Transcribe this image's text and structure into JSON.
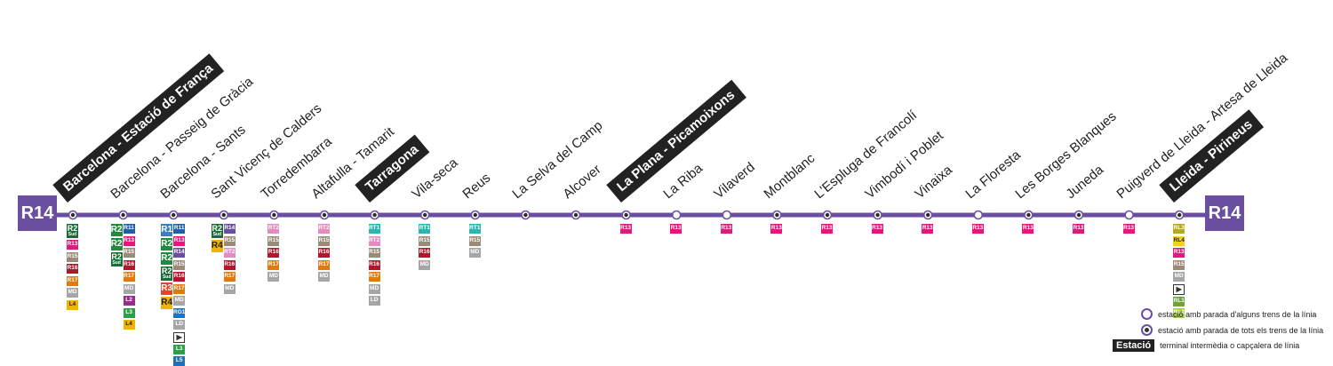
{
  "line": {
    "name": "R14",
    "color": "#6a4fa0"
  },
  "stations": [
    {
      "name": "Barcelona - Estació de França",
      "major": true,
      "all_stop": true,
      "connections": [
        [
          "R2",
          "Sud"
        ],
        "R13",
        "R15",
        "R16",
        "R17",
        "MD",
        "L4"
      ]
    },
    {
      "name": "Barcelona - Passeig de Gràcia",
      "major": false,
      "all_stop": true,
      "connections": [
        "R2",
        "R11",
        "R2",
        "R13",
        "R15",
        [
          "R2",
          "Sud"
        ],
        "R16",
        "R17",
        "MD",
        "L2",
        "L3",
        "L4"
      ]
    },
    {
      "name": "Barcelona - Sants",
      "major": false,
      "all_stop": true,
      "connections": [
        "R1",
        "R11",
        "R2",
        "R13",
        "R2",
        "R14",
        [
          "R2",
          "Sud"
        ],
        "R15",
        "R16",
        "R3",
        "R17",
        "R4",
        "MD",
        "RG1",
        "LD",
        "train",
        "L3",
        "L5"
      ]
    },
    {
      "name": "Sant Vicenç de Calders",
      "major": false,
      "all_stop": true,
      "connections": [
        [
          "R2",
          "Sud"
        ],
        "R14",
        "R4",
        "R15",
        "RT2",
        "R16",
        "R17",
        "MD"
      ]
    },
    {
      "name": "Torredembarra",
      "major": false,
      "all_stop": true,
      "connections": [
        "RT2",
        "R15",
        "R16",
        "R17",
        "MD"
      ]
    },
    {
      "name": "Altafulla - Tamarit",
      "major": false,
      "all_stop": true,
      "connections": [
        "RT2",
        "R15",
        "R16",
        "R17",
        "MD"
      ]
    },
    {
      "name": "Tarragona",
      "major": true,
      "all_stop": true,
      "connections": [
        "RT1",
        "RT2",
        "R15",
        "R16",
        "R17",
        "MD",
        "LD"
      ]
    },
    {
      "name": "Vila-seca",
      "major": false,
      "all_stop": true,
      "connections": [
        "RT1",
        "R15",
        "R16",
        "MD"
      ]
    },
    {
      "name": "Reus",
      "major": false,
      "all_stop": true,
      "connections": [
        "RT1",
        "R15",
        "MD"
      ]
    },
    {
      "name": "La Selva del Camp",
      "major": false,
      "all_stop": true,
      "connections": []
    },
    {
      "name": "Alcover",
      "major": false,
      "all_stop": true,
      "connections": []
    },
    {
      "name": "La Plana - Picamoixons",
      "major": true,
      "all_stop": true,
      "connections": [
        "R13"
      ]
    },
    {
      "name": "La Riba",
      "major": false,
      "all_stop": false,
      "connections": [
        "R13"
      ]
    },
    {
      "name": "Vilaverd",
      "major": false,
      "all_stop": false,
      "connections": [
        "R13"
      ]
    },
    {
      "name": "Montblanc",
      "major": false,
      "all_stop": true,
      "connections": [
        "R13"
      ]
    },
    {
      "name": "L'Espluga de Francolí",
      "major": false,
      "all_stop": true,
      "connections": [
        "R13"
      ]
    },
    {
      "name": "Vimbodí i Poblet",
      "major": false,
      "all_stop": true,
      "connections": [
        "R13"
      ]
    },
    {
      "name": "Vinaixa",
      "major": false,
      "all_stop": true,
      "connections": [
        "R13"
      ]
    },
    {
      "name": "La Floresta",
      "major": false,
      "all_stop": false,
      "connections": [
        "R13"
      ]
    },
    {
      "name": "Les Borges Blanques",
      "major": false,
      "all_stop": true,
      "connections": [
        "R13"
      ]
    },
    {
      "name": "Juneda",
      "major": false,
      "all_stop": true,
      "connections": [
        "R13"
      ]
    },
    {
      "name": "Puigverd de Lleida - Artesa de Lleida",
      "major": false,
      "all_stop": false,
      "connections": [
        "R13"
      ]
    },
    {
      "name": "Lleida - Pirineus",
      "major": true,
      "all_stop": true,
      "connections": [
        "RL3",
        "RL4",
        "R13",
        "R15",
        "MD",
        "train",
        "RL1",
        "RL2"
      ]
    }
  ],
  "line_colors": {
    "R1": "#3b7ec2",
    "R2": "#1f8b3e",
    "R3": "#e2452a",
    "R4": "#f0b400",
    "R11": "#1f5fa8",
    "R12": "#f0a0b8",
    "R13": "#e2197a",
    "R14": "#6a4fa0",
    "R15": "#9a8a78",
    "R16": "#b3152a",
    "R17": "#e07a10",
    "RT1": "#2bb6b0",
    "RT2": "#e48bc0",
    "RL1": "#6fa23a",
    "RL2": "#a7cf3a",
    "RL3": "#b6a920",
    "RL4": "#f3d21b",
    "RG1": "#1a74c6",
    "MD": "#a6a6a6",
    "LD": "#a6a6a6",
    "L2": "#9c2a8d",
    "L3": "#2aa04a",
    "L4": "#f0b400",
    "L5": "#1f6fbf",
    "R2Sud": "#1b6b35"
  },
  "legend": {
    "open_stop": "estació amb parada d'alguns trens de la línia",
    "full_stop": "estació amb parada de tots els trens de la línia",
    "terminal_label": "Estació",
    "terminal_text": "terminal intermèdia o capçalera de línia"
  }
}
